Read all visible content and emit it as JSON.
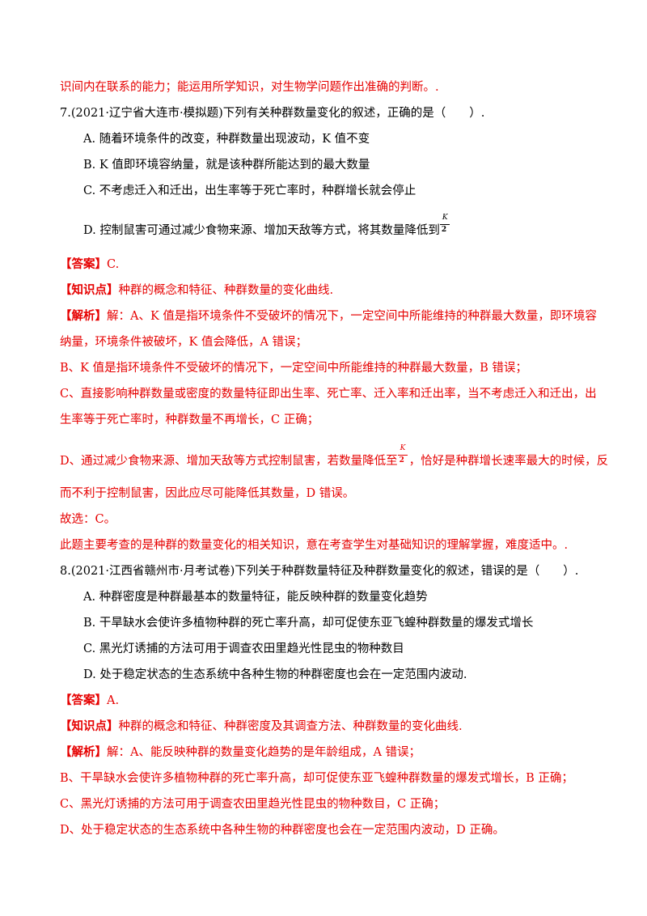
{
  "header_line": "识间内在联系的能力；能运用所学知识，对生物学问题作出准确的判断。.",
  "q7": {
    "stem": "7.(2021·辽宁省大连市·模拟题)下列有关种群数量变化的叙述，正确的是（　　）.",
    "options": {
      "A": "A. 随着环境条件的改变，种群数量出现波动，K 值不变",
      "B": "B. K 值即环境容纳量，就是该种群所能达到的最大数量",
      "C": "C. 不考虑迁入和迁出，出生率等于死亡率时，种群增长就会停止",
      "D": "D. 控制鼠害可通过减少食物来源、增加天敌等方式，将其数量降低到"
    },
    "frac": {
      "num": "K",
      "den": "2"
    },
    "answer_tag": "【答案】",
    "answer": "C.",
    "knowledge_tag": "【知识点】",
    "knowledge": "种群的概念和特征、种群数量的变化曲线.",
    "analysis_tag": "【解析】",
    "analysis_1": "解：A、K 值是指环境条件不受破坏的情况下，一定空间中所能维持的种群最大数量，即环境容",
    "analysis_2": "纳量，环境条件被破坏，K 值会降低，A 错误；",
    "analysis_3": "B、K 值是指环境条件不受破坏的情况下，一定空间中所能维持的种群最大数量，B 错误；",
    "analysis_4": "C、直接影响种群数量或密度的数量特征即出生率、死亡率、迁入率和迁出率，当不考虑迁入和迁出，出",
    "analysis_5": "生率等于死亡率时，种群数量不再增长，C 正确；",
    "analysis_6a": "D、通过减少食物来源、增加天敌等方式控制鼠害，若数量降低至",
    "analysis_6b": "，恰好是种群增长速率最大的时候，反",
    "analysis_7": "而不利于控制鼠害，因此应尽可能降低其数量，D 错误。",
    "choose": "故选：C。",
    "summary": "此题主要考查的是种群的数量变化的相关知识，意在考查学生对基础知识的理解掌握，难度适中。."
  },
  "q8": {
    "stem": "8.(2021·江西省赣州市·月考试卷)下列关于种群数量特征及种群数量变化的叙述，错误的是（　　）.",
    "options": {
      "A": "A. 种群密度是种群最基本的数量特征，能反映种群的数量变化趋势",
      "B": "B. 干旱缺水会使许多植物种群的死亡率升高，却可促使东亚飞蝗种群数量的爆发式增长",
      "C": "C. 黑光灯诱捕的方法可用于调查农田里趋光性昆虫的物种数目",
      "D": "D. 处于稳定状态的生态系统中各种生物的种群密度也会在一定范围内波动."
    },
    "answer_tag": "【答案】",
    "answer": "A.",
    "knowledge_tag": "【知识点】",
    "knowledge": "种群的概念和特征、种群密度及其调查方法、种群数量的变化曲线.",
    "analysis_tag": "【解析】",
    "analysis_1": "解：A、能反映种群的数量变化趋势的是年龄组成，A 错误；",
    "analysis_2": "B、干旱缺水会使许多植物种群的死亡率升高，却可促使东亚飞蝗种群数量的爆发式增长，B 正确；",
    "analysis_3": "C、黑光灯诱捕的方法可用于调查农田里趋光性昆虫的物种数目，C 正确；",
    "analysis_4": "D、处于稳定状态的生态系统中各种生物的种群密度也会在一定范围内波动，D 正确。"
  }
}
